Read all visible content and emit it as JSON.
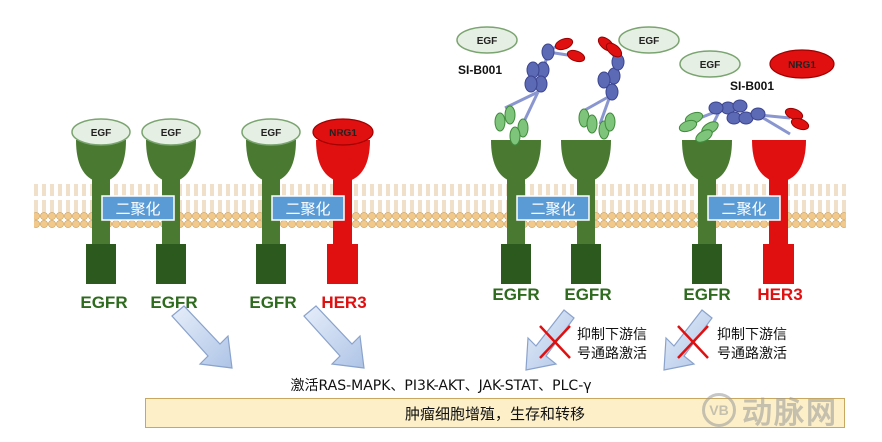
{
  "ligands": {
    "egf": "EGF",
    "nrg1": "NRG1"
  },
  "receptors": {
    "egfr": "EGFR",
    "her3": "HER3"
  },
  "dimer_label": "二聚化",
  "antibody": "SI-B001",
  "inhibit_text": {
    "line1": "抑制下游信",
    "line2": "号通路激活"
  },
  "pathways": "激活RAS-MAPK、PI3K-AKT、JAK-STAT、PLC-γ",
  "outcome": "肿瘤细胞增殖，生存和转移",
  "watermark": {
    "logo": "VB",
    "text": "动脉网"
  },
  "colors": {
    "egfr_green": "#4a7a32",
    "egfr_dark": "#2c5a1e",
    "her3_red": "#e01010",
    "dimer_box": "#5b9bd5",
    "ligand_fill": "#e6efe3",
    "antibody_blue": "#6b78c0",
    "antibody_green": "#7ec47a",
    "arrow_fill": "#c9d8ef"
  }
}
